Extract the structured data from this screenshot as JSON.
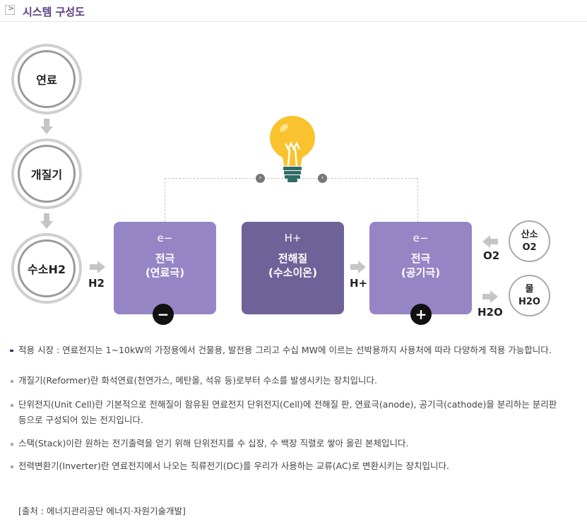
{
  "header": {
    "title": "시스템 구성도",
    "toggle_icon": ">"
  },
  "diagram": {
    "fuel": "연료",
    "reformer": "개질기",
    "hydrogen": "수소H2",
    "h2_label": "H2",
    "anode": {
      "top": "e−",
      "line1": "전극",
      "line2": "(연료극)",
      "pole": "−"
    },
    "electrolyte": {
      "top": "H+",
      "line1": "전해질",
      "line2": "(수소이온)"
    },
    "cathode": {
      "top": "e−",
      "line1": "전극",
      "line2": "(공기극)",
      "pole": "+"
    },
    "hplus_label": "H+",
    "o2_label": "O2",
    "h2o_label": "H2O",
    "oxygen": {
      "line1": "산소",
      "line2": "O2"
    },
    "water": {
      "line1": "물",
      "line2": "H2O"
    },
    "arrow_right_icon": "›",
    "arrow_left_icon": "‹"
  },
  "notes": {
    "main": "적용 시장 : 연료전지는 1~10kW의 가정용에서 건물용, 발전용 그리고 수십 MW에 이르는 선박용까지 사용처에 따라 다양하게 적용 가능합니다.",
    "items": [
      "개질기(Reformer)란 화석연료(천연가스, 메탄올, 석유 등)로부터 수소를 발생시키는 장치입니다.",
      "단위전지(Unit Cell)란 기본적으로 전해질이 함유된 연료전지 단위전지(Cell)에 전해질 판, 연료극(anode), 공기극(cathode)을 분리하는 분리판",
      "등으로 구성되어 있는 전지입니다.",
      "스택(Stack)이란 원하는 전기출력을 얻기 위해 단위전지를 수 십장, 수 백장 직렬로 쌓아 올린 본체입니다.",
      "전력변환기(Inverter)란 연료전지에서 나오는 직류전기(DC)를 우리가 사용하는 교류(AC)로 변환시키는 장치입니다."
    ],
    "source": "[출처 : 에너지관리공단 에너지·자원기술개발]"
  },
  "colors": {
    "electrode": "#9685c5",
    "electrolyte": "#6f6298",
    "title": "#5b3e86",
    "bulb": "#f9c22e",
    "bulb_base": "#2f6b66"
  }
}
